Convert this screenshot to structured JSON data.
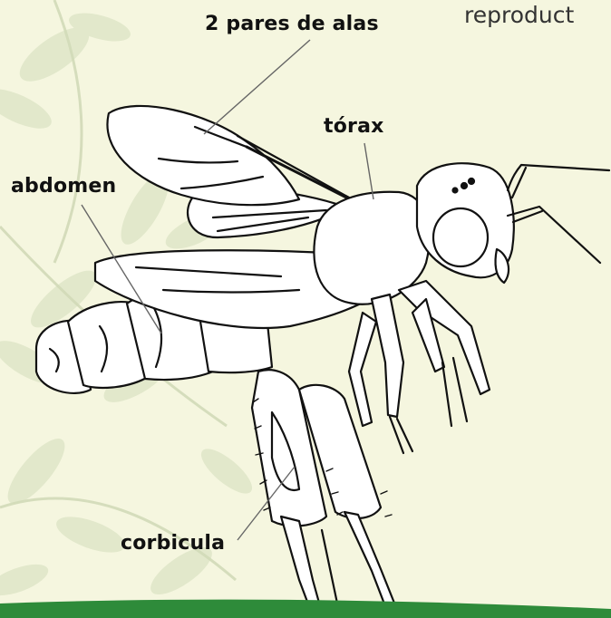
{
  "top_text": "reproduct",
  "labels": {
    "wings": "2 pares de alas",
    "thorax": "tórax",
    "abdomen": "abdomen",
    "corbicula": "corbicula"
  },
  "colors": {
    "background": "#f5f6df",
    "leaf": "#dfe6c8",
    "stroke": "#111111",
    "bottom_bar": "#2e8b3a"
  }
}
